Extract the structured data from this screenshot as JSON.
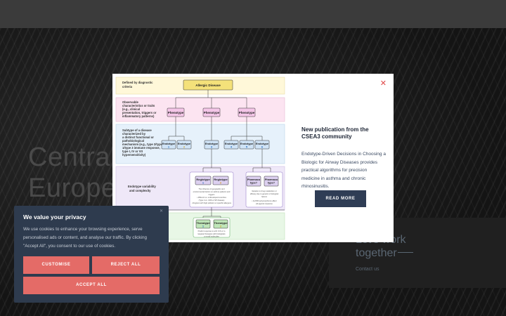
{
  "hero": {
    "title": "Central\nEurope"
  },
  "work": {
    "title": "Let's work\ntogether",
    "link": "Contact us"
  },
  "modal": {
    "close_icon": "close-icon",
    "heading": "New publication from the CSEA3 community",
    "description": "Endotype-Driven Decisions in Choosing a Biologic for Airway Diseases provides practical algorithms for precision medicine in asthma and chronic rhinosinusitis.",
    "button_label": "READ MORE",
    "diagram": {
      "rows": [
        "Defined by diagnostic criteria",
        "Observable characteristics or traits (e.g., clinical presentation, triggers or inflammatory patterns)",
        "Subtype of a disease characterized by a distinct functional or pathobiological mechanism (e.g., type 2/type 1/type 3 immune response, type I, IV or VII hypersensitivity)",
        "Endotype variability and complexity"
      ],
      "top_box": "Allergic Disease",
      "phenotype": "Phenotype",
      "endotype": "Endotype",
      "regiotype": "Regiotype",
      "pharmacotype": "Pharmaco type?",
      "theratype": "Theratype"
    }
  },
  "cookie": {
    "title": "We value your privacy",
    "text": "We use cookies to enhance your browsing experience, serve personalised ads or content, and analyse our traffic. By clicking \"Accept All\", you consent to our use of cookies.",
    "customise": "CUSTOMISE",
    "reject": "REJECT ALL",
    "accept": "ACCEPT ALL",
    "close_icon": "close-icon"
  },
  "colors": {
    "accent": "#e46b67",
    "button_dark": "#2f3d55",
    "cookie_bg": "#2e3b4e"
  }
}
